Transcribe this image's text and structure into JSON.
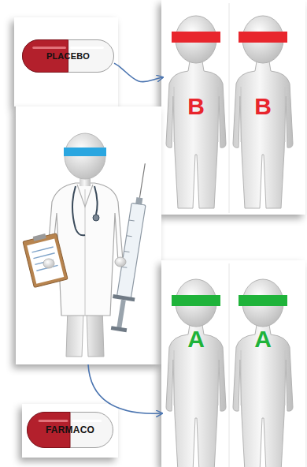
{
  "diagram": {
    "nodes": [
      {
        "text": [
          "PLACEBO"
        ]
      },
      {
        "text": [
          "B"
        ]
      },
      {
        "text": [
          "B"
        ]
      },
      {
        "text": [
          "A"
        ]
      },
      {
        "text": [
          "A"
        ]
      },
      {
        "text": [
          "FARMACO"
        ]
      }
    ],
    "edges": [
      {
        "from": 0,
        "to": 1,
        "arrow": "to"
      }
    ]
  }
}
